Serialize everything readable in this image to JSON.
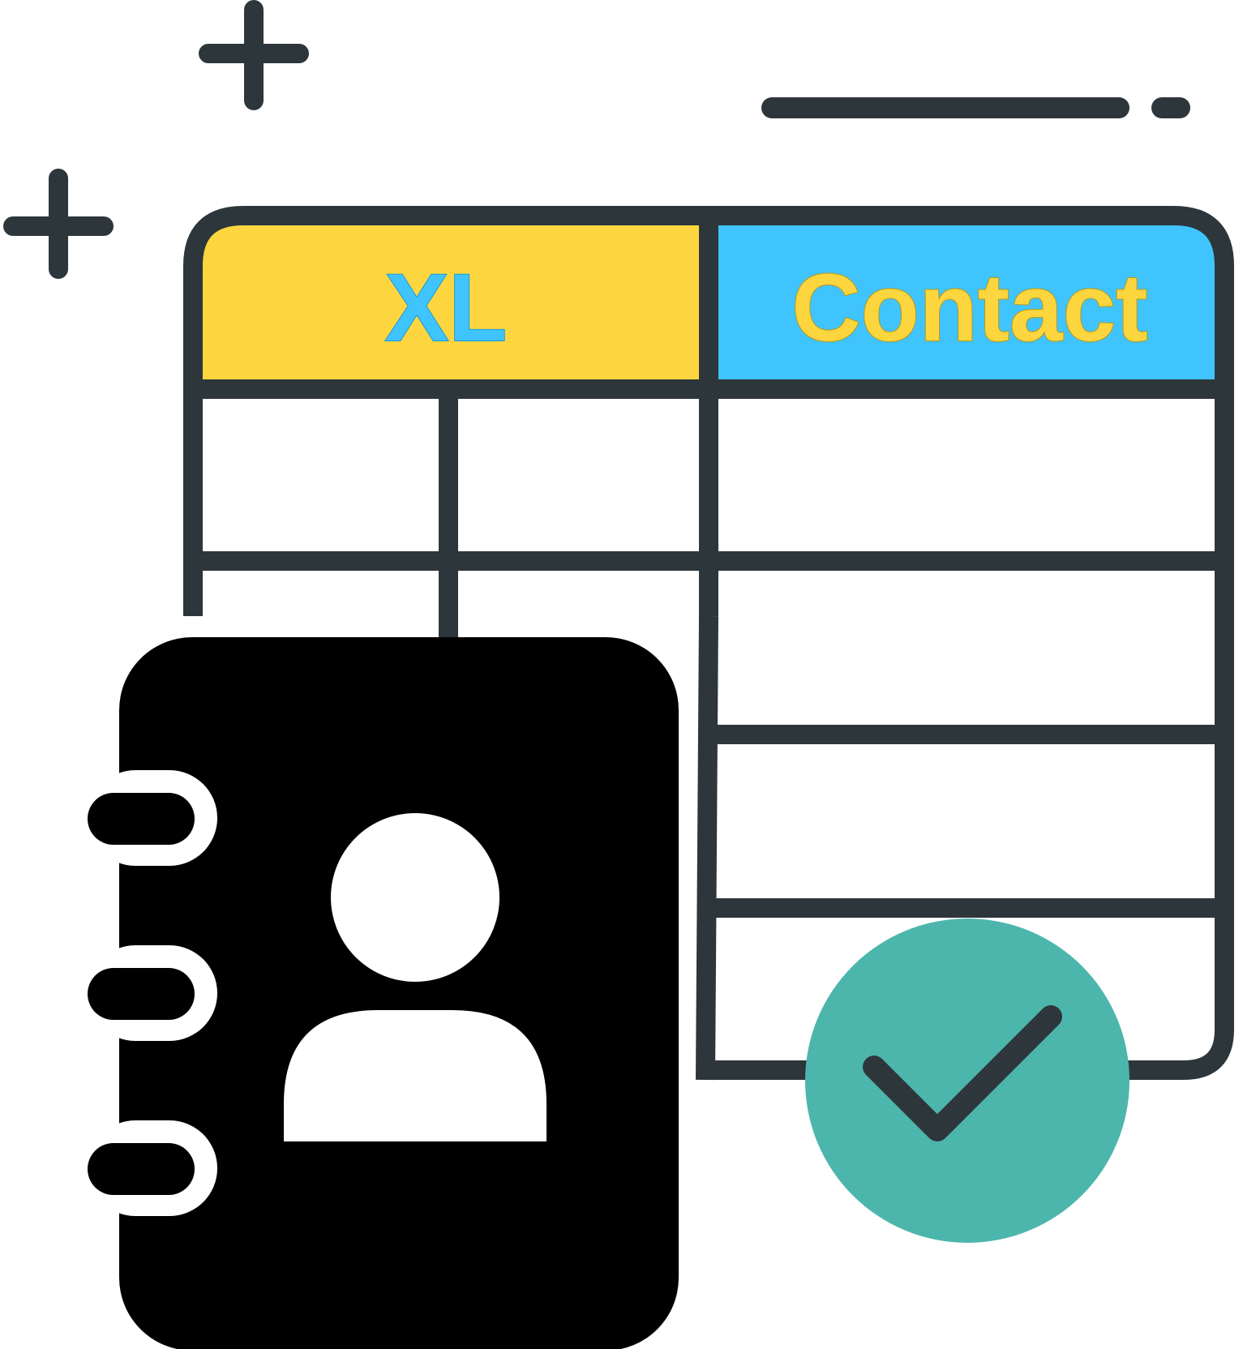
{
  "icon": {
    "header": {
      "left_label": "XL",
      "right_label": "Contact"
    },
    "decorations": [
      "plus-icon",
      "plus-icon",
      "dash-line"
    ],
    "badges": [
      "contact-book-icon",
      "check-circle-icon"
    ]
  },
  "colors": {
    "outline": "#2d363b",
    "header_left_fill": "#fdd63f",
    "header_right_fill": "#40c4fe",
    "left_label_fill": "#40c4fe",
    "left_label_stroke": "#1b9bd6",
    "right_label_fill": "#fdd63f",
    "right_label_stroke": "#b89a16",
    "check_fill": "#4db6ac",
    "book_fill": "#000000",
    "background": "#ffffff"
  }
}
